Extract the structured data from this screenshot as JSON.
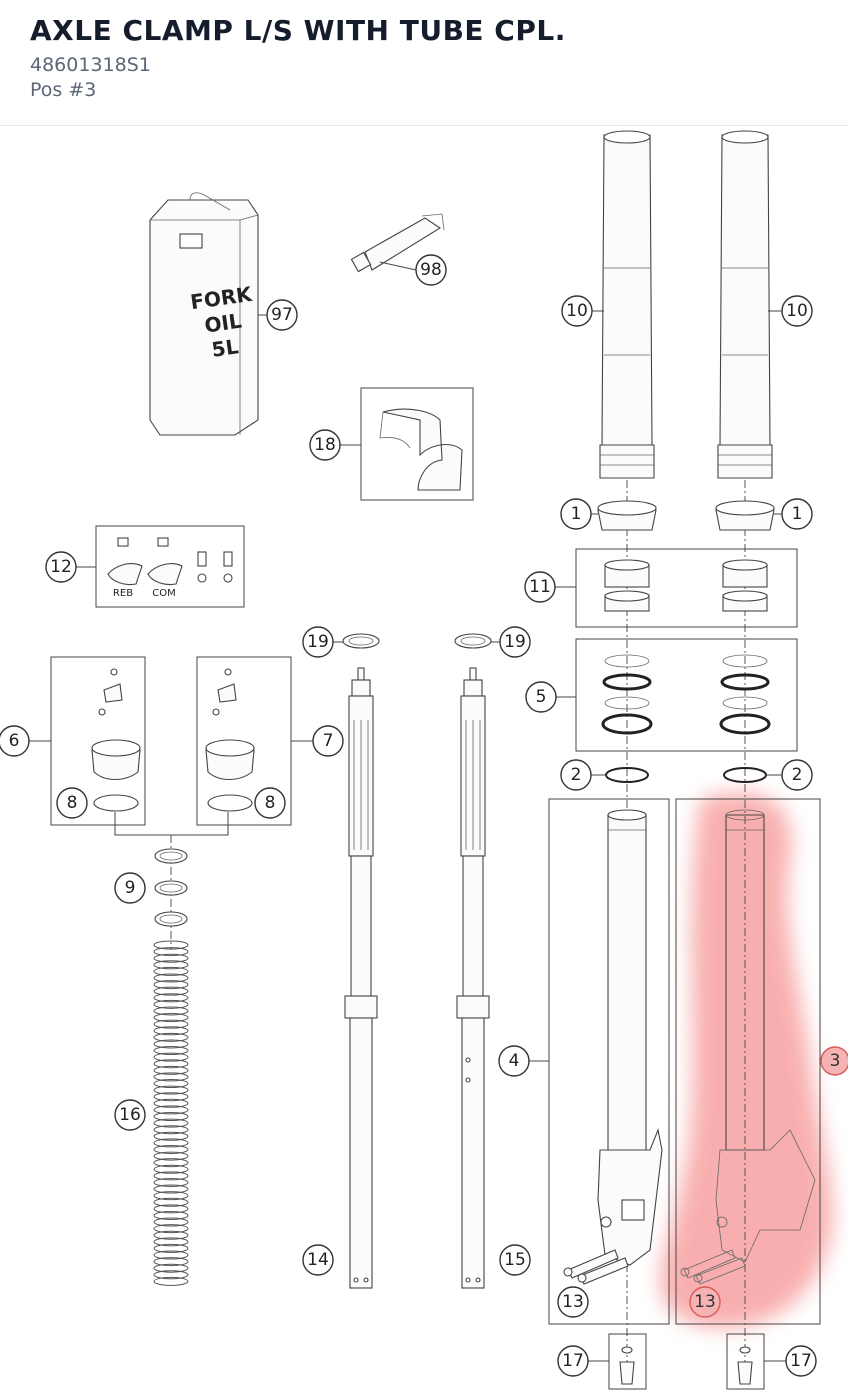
{
  "header": {
    "title": "AXLE CLAMP L/S WITH TUBE CPL.",
    "part_number": "48601318S1",
    "position": "Pos #3"
  },
  "diagram": {
    "highlight_color": "#f47a7a",
    "can_label": [
      "FORK",
      "OIL",
      "5L"
    ],
    "valve_labels": {
      "reb": "REB",
      "com": "COM"
    },
    "callouts": {
      "c97": "97",
      "c98": "98",
      "c18": "18",
      "c12": "12",
      "c10a": "10",
      "c10b": "10",
      "c1a": "1",
      "c1b": "1",
      "c11": "11",
      "c5": "5",
      "c2a": "2",
      "c2b": "2",
      "c19a": "19",
      "c19b": "19",
      "c6": "6",
      "c7": "7",
      "c8a": "8",
      "c8b": "8",
      "c9": "9",
      "c4": "4",
      "c3": "3",
      "c16": "16",
      "c14": "14",
      "c15": "15",
      "c13a": "13",
      "c13b": "13",
      "c17a": "17",
      "c17b": "17"
    }
  }
}
